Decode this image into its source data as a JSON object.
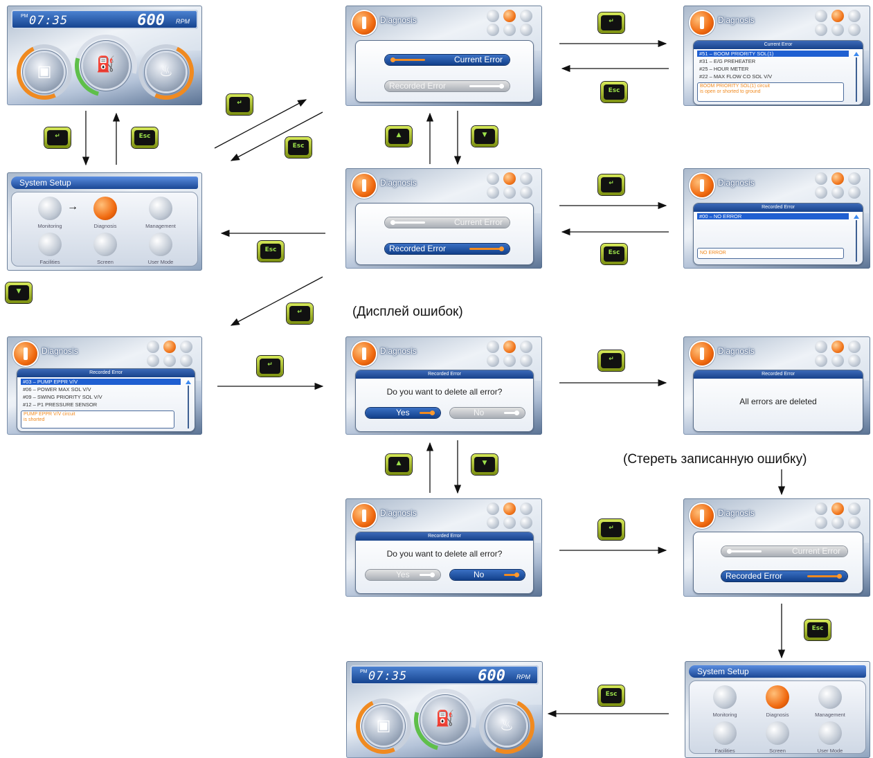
{
  "captions": {
    "error_display": "(Дисплей ошибок)",
    "erase_recorded": "(Стереть записанную ошибку)"
  },
  "keys": {
    "enter": "↵",
    "esc": "Esc",
    "up": "▲",
    "down": "▼"
  },
  "main_display": {
    "pm": "PM",
    "time": "07:35",
    "rpm_value": "600",
    "rpm_unit": "RPM"
  },
  "system_setup": {
    "title": "System Setup",
    "items": [
      "Monitoring",
      "Diagnosis",
      "Management",
      "Facilities",
      "Screen",
      "User Mode"
    ],
    "selected": "Diagnosis"
  },
  "diagnosis": {
    "title": "Diagnosis",
    "current_error": "Current Error",
    "recorded_error": "Recorded Error"
  },
  "current_error_list": {
    "header": "Current Error",
    "rows": [
      "#51 – BOOM PRIORITY SOL(1)",
      "#31 – E/G PREHEATER",
      "#25 – HOUR METER",
      "#22 – MAX FLOW CO SOL V/V"
    ],
    "description_line1": "BOOM PRIORITY SOL(1) circuit",
    "description_line2": "is open or shorted to ground"
  },
  "recorded_no_error": {
    "header": "Recorded Error",
    "row": "#00 – NO ERROR",
    "description": "NO ERROR"
  },
  "recorded_error_list": {
    "header": "Recorded Error",
    "rows": [
      "#03 – PUMP EPPR V/V",
      "#06 – POWER MAX SOL V/V",
      "#09 – SWING PRIORITY SOL V/V",
      "#12 – P1 PRESSURE SENSOR"
    ],
    "description_line1": "PUMP EPPR V/V circuit",
    "description_line2": "is shorted"
  },
  "delete_dialog": {
    "header": "Recorded Error",
    "question": "Do you want to delete all error?",
    "yes": "Yes",
    "no": "No"
  },
  "deleted": {
    "header": "Recorded Error",
    "message": "All errors are deleted"
  }
}
